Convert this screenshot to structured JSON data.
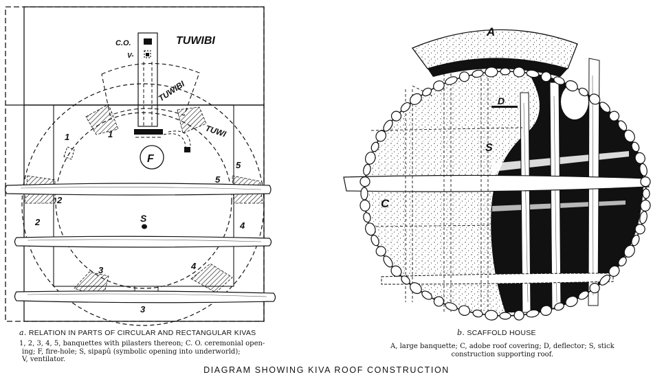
{
  "title": "DIAGRAM SHOWING KIVA ROOF CONSTRUCTION",
  "panel_a": {
    "caption_letter": "a.",
    "caption_text": "RELATION IN PARTS OF CIRCULAR AND RECTANGULAR KIVAS",
    "legend_lines": [
      "1, 2, 3, 4, 5, banquettes with pilasters thereon; C. O. ceremonial open-",
      "ing; F, fire-hole; S, sipapû (symbolic opening into underworld);",
      "V, ventilator."
    ],
    "labels": {
      "co": "C.O.",
      "v": "V-",
      "tuwibi_top": "TUWIBI",
      "tuwibi_arc": "TUWIBI",
      "tuwi": "TUWI",
      "f": "F",
      "s": "S",
      "banquettes": [
        "1",
        "1",
        "2",
        "2",
        "3",
        "3",
        "4",
        "4",
        "5",
        "5"
      ]
    }
  },
  "panel_b": {
    "caption_letter": "b.",
    "caption_text": "SCAFFOLD HOUSE",
    "legend_lines": [
      "A, large banquette; C, adobe roof covering; D, deflector; S, stick",
      "construction supporting roof."
    ],
    "labels": {
      "a": "A",
      "d": "D",
      "s": "S",
      "c": "C"
    }
  }
}
